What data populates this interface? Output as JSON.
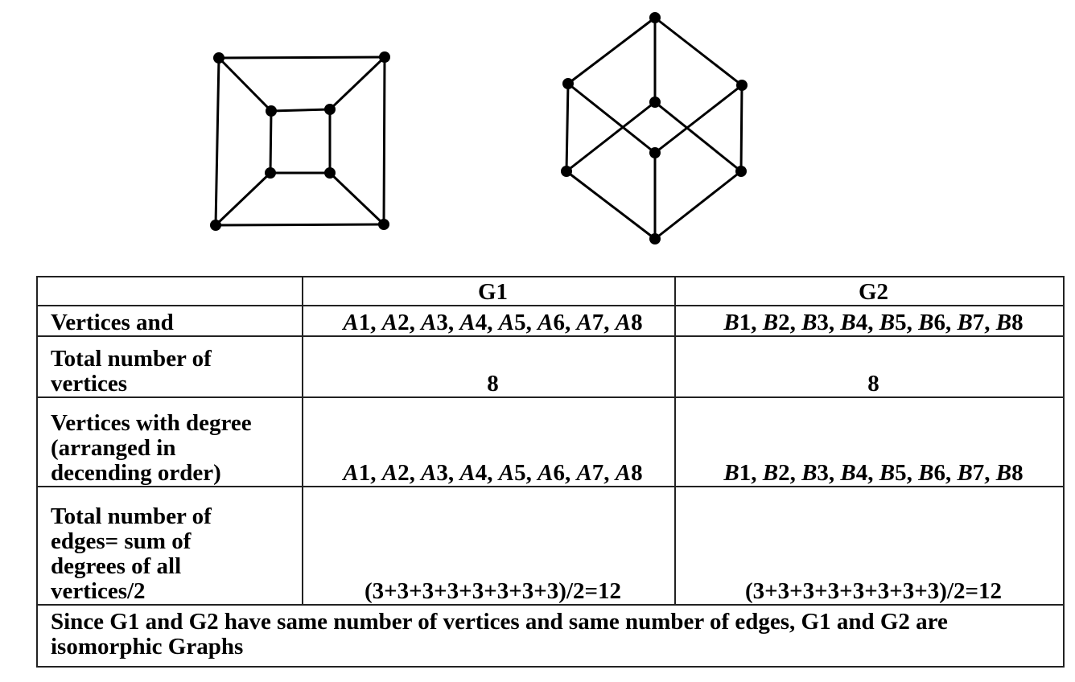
{
  "graphs": {
    "g1": {
      "vertex_count": 8,
      "edge_count": 12
    },
    "g2": {
      "vertex_count": 8,
      "edge_count": 12
    }
  },
  "table": {
    "header": {
      "col0": "",
      "col1": "G1",
      "col2": "G2"
    },
    "rows": {
      "vertices": {
        "label": "Vertices and"
      },
      "total_vertices": {
        "label1": "Total number of",
        "label2": "vertices",
        "g1": "8",
        "g2": "8"
      },
      "degree": {
        "label1": "Vertices with degree",
        "label2": "(arranged in",
        "label3": "decending order)"
      },
      "edges": {
        "label1": "Total number of",
        "label2": "edges= sum of",
        "label3": "degrees of all",
        "label4": "vertices/2",
        "g1": "(3+3+3+3+3+3+3+3)/2=12",
        "g2": "(3+3+3+3+3+3+3+3)/2=12"
      }
    },
    "a_vertices": [
      {
        "letter": "A",
        "num": "1"
      },
      {
        "letter": "A",
        "num": "2"
      },
      {
        "letter": "A",
        "num": "3"
      },
      {
        "letter": "A",
        "num": "4"
      },
      {
        "letter": "A",
        "num": "5"
      },
      {
        "letter": "A",
        "num": "6"
      },
      {
        "letter": "A",
        "num": "7"
      },
      {
        "letter": "A",
        "num": "8"
      }
    ],
    "b_vertices": [
      {
        "letter": "B",
        "num": "1"
      },
      {
        "letter": "B",
        "num": "2"
      },
      {
        "letter": "B",
        "num": "3"
      },
      {
        "letter": "B",
        "num": "4"
      },
      {
        "letter": "B",
        "num": "5"
      },
      {
        "letter": "B",
        "num": "6"
      },
      {
        "letter": "B",
        "num": "7"
      },
      {
        "letter": "B",
        "num": "8"
      }
    ],
    "separator": ", ",
    "conclusion1": "Since G1 and G2 have same number of vertices and same number of edges, G1 and G2 are",
    "conclusion2": "isomorphic Graphs"
  }
}
